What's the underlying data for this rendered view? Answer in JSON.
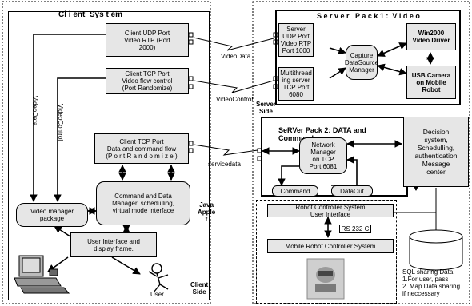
{
  "client": {
    "title": "Cl i ent  Sys t em",
    "udp_port": "Client UDP Port\nVideo RTP (Port\n2000)",
    "tcp_video": "Client TCP Port\nVideo flow control\n(Port Randomize)",
    "tcp_data": "Client TCP Port\nData and command flow\n(P o r t   R a n d o m i z e )",
    "video_manager": "Video manager\npackage",
    "command_manager": "Command and Data\nManager, schedulling,\nvirtual mode interface",
    "ui_frame": "User Interface and\ndisplay frame.",
    "user": "User",
    "java_applet": "Java\nApple\nt",
    "side": "Client\nSide",
    "vert_videodata": "VideoData",
    "vert_videocontrol": "VideoControl"
  },
  "links": {
    "videodata": "VideoData",
    "videocontrol": "VideoControl",
    "servicedata": "servicedata"
  },
  "server1": {
    "title": "S e r v e r   P a c k 1 :  V i d e o",
    "udp_port": "Server\nUDP Port\nVideo RTP\nPort 1000",
    "tcp_port": "Multithread\ning server\nTCP Port\n6080",
    "capture": "Capture\nDataSource\nManager",
    "driver": "Win2000\nVideo Driver",
    "camera": "USB Camera\non Mobile\nRobot",
    "side": "Server\nSide"
  },
  "server2": {
    "title": "SeRVer  Pack 2: DATA and\nCommand",
    "network": "Network\nManager\non TCP\nPort 6081",
    "command": "Command",
    "dataout": "DataOut",
    "robot_ui": "Robot Controller System\nUser Interface",
    "rs232": "RS 232 C",
    "mobile": "Mobile Robot Controller System"
  },
  "decision": "Decision\nsystem,\nSchedulling,\nauthentication\nMessage\ncenter",
  "sql": "SQL sharing Data\n1.For user, pass\n2. Map Data sharing\nif neccessary"
}
